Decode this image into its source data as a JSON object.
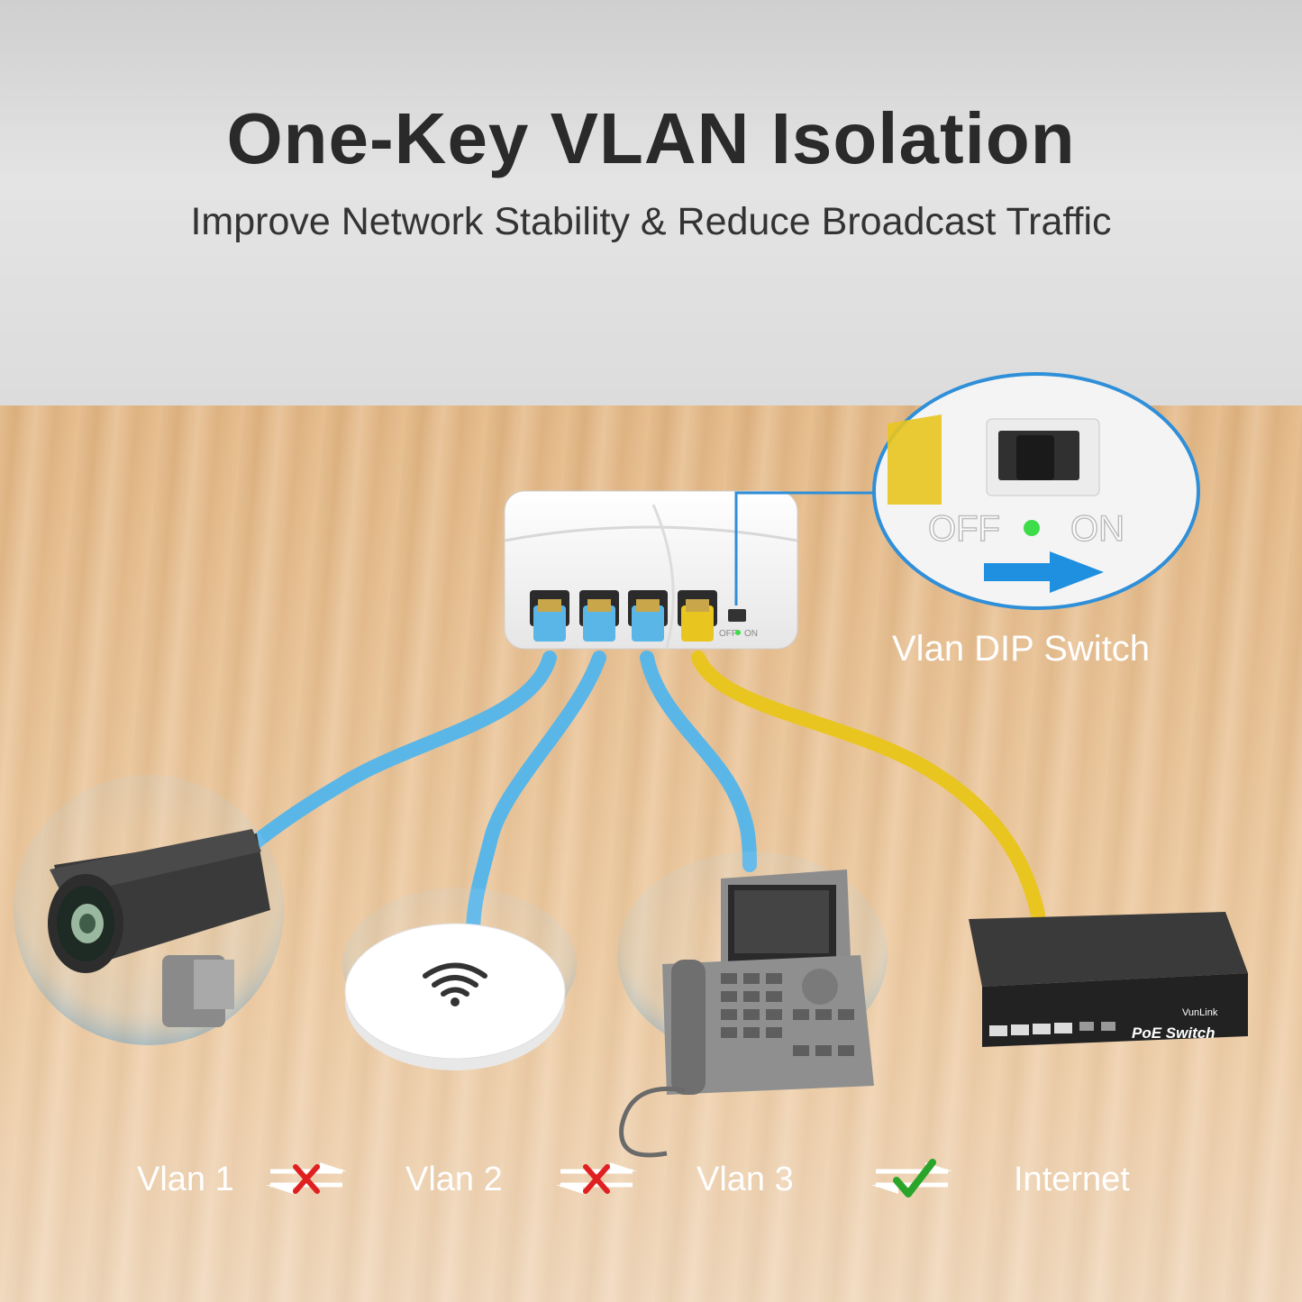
{
  "title": "One-Key VLAN Isolation",
  "subtitle": "Improve Network Stability & Reduce Broadcast Traffic",
  "callout": {
    "off_label": "OFF",
    "on_label": "ON",
    "caption": "Vlan DIP Switch"
  },
  "switch_device": {
    "off_label": "OFF",
    "on_label": "ON"
  },
  "poe_switch": {
    "brand": "VunLink",
    "label": "PoE Switch"
  },
  "bottom_row": {
    "labels": [
      "Vlan 1",
      "Vlan 2",
      "Vlan 3",
      "Internet"
    ],
    "links": [
      {
        "status": "blocked",
        "icon": "cross-icon"
      },
      {
        "status": "blocked",
        "icon": "cross-icon"
      },
      {
        "status": "allowed",
        "icon": "check-icon"
      }
    ]
  },
  "colors": {
    "blue_cable": "#5bb6e8",
    "yellow_cable": "#e9c51f",
    "callout_border": "#2f8fd8",
    "arrow": "#1f8fe0",
    "led": "#3ddc4a",
    "cross": "#e02020",
    "check": "#2aa52a"
  }
}
